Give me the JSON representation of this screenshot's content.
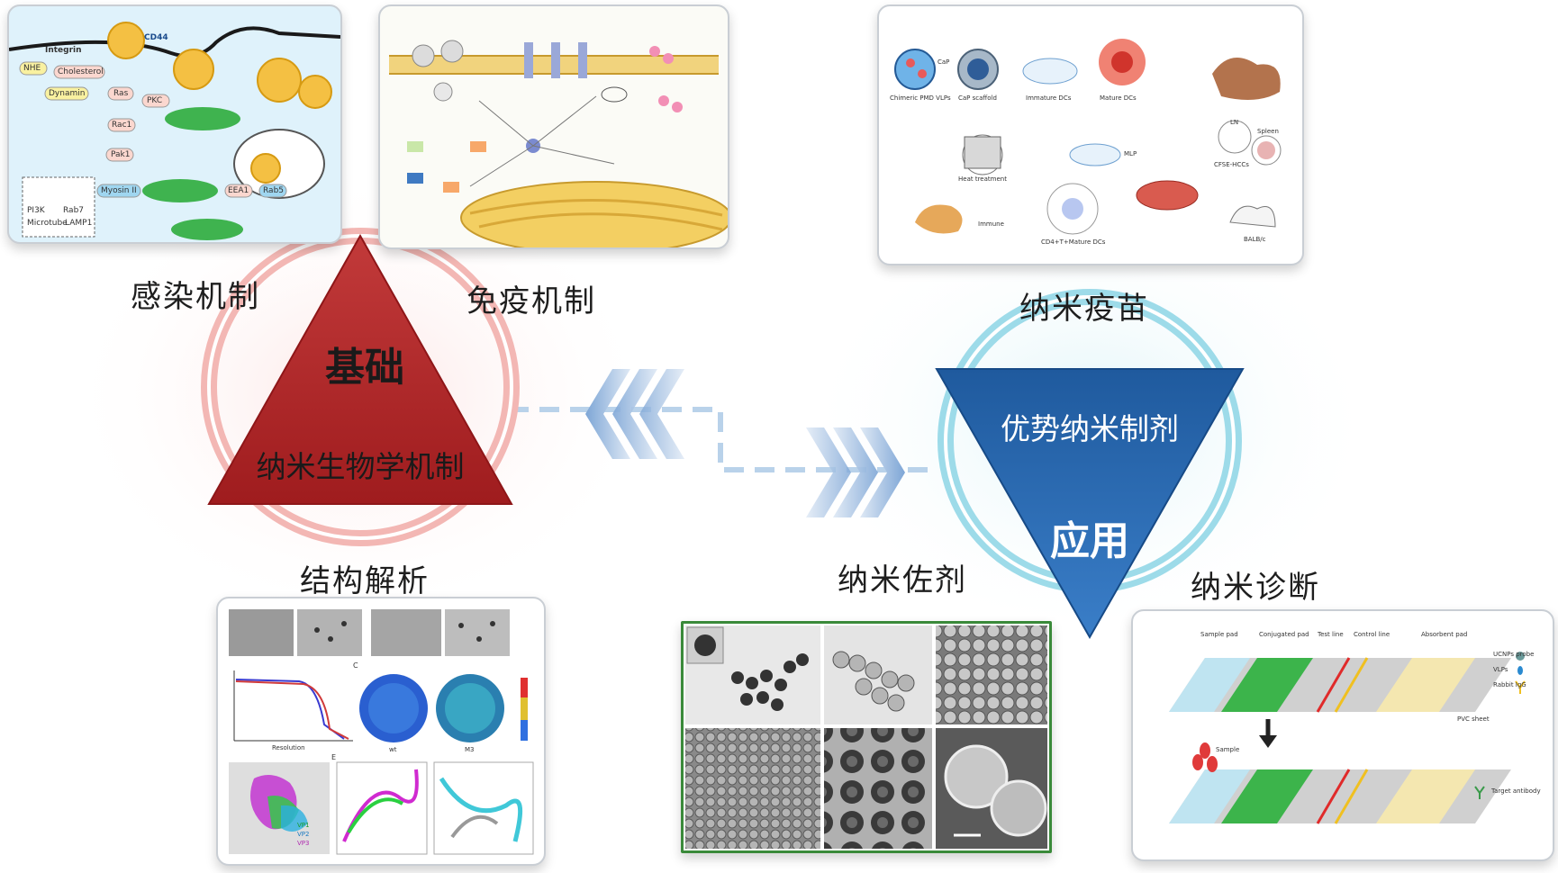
{
  "labels": {
    "infection": "感染机制",
    "immune": "免疫机制",
    "structure": "结构解析",
    "vaccine": "纳米疫苗",
    "adjuvant": "纳米佐剂",
    "diagnosis": "纳米诊断"
  },
  "left_triangle": {
    "top": "基础",
    "bottom": "纳米生物学机制",
    "color": "#c0282a"
  },
  "right_triangle": {
    "top": "优势纳米制剂",
    "bottom": "应用",
    "color": "#2a66b0"
  },
  "infection_figure": {
    "integrin": "Integrin",
    "cd44": "CD44",
    "nodes": [
      "NHE",
      "Cholesterol",
      "Dynamin",
      "Ras",
      "PKC",
      "Rac1",
      "Pak1",
      "Myosin II",
      "EEA1",
      "Rab5"
    ],
    "legend": [
      "PI3K",
      "Rab7",
      "Microtube",
      "LAMP1"
    ]
  },
  "vaccine_figure": {
    "steps": [
      "Chimeric PMD VLPs",
      "CaP",
      "CaP scaffold",
      "Immature DCs",
      "Mature DCs",
      "MLP",
      "Heat treatment",
      "Immune",
      "CD4+T+Mature DCs",
      "BALB/c",
      "CFSE-HCCs",
      "Spleen",
      "LN"
    ]
  },
  "diagnosis_figure": {
    "top_labels": [
      "Sample pad",
      "Conjugated pad",
      "Test line",
      "Control line",
      "Absorbent pad"
    ],
    "legend": [
      "UCNPs probe",
      "VLPs",
      "Rabbit IgG"
    ],
    "pvc": "PVC sheet",
    "sample": "Sample",
    "target": "Target antibody"
  },
  "structure_figure": {
    "xaxis": "Resolution",
    "maps": [
      "wt",
      "M3"
    ],
    "panels": [
      "C",
      "E"
    ],
    "vp": [
      "VP1",
      "VP2",
      "VP3"
    ]
  },
  "colors": {
    "red": "#c0282a",
    "blue": "#2a66b0",
    "pink_ring": "#f3b7b4",
    "cyan_ring": "#9ddbe9",
    "arrow": "#8fb3dc"
  }
}
